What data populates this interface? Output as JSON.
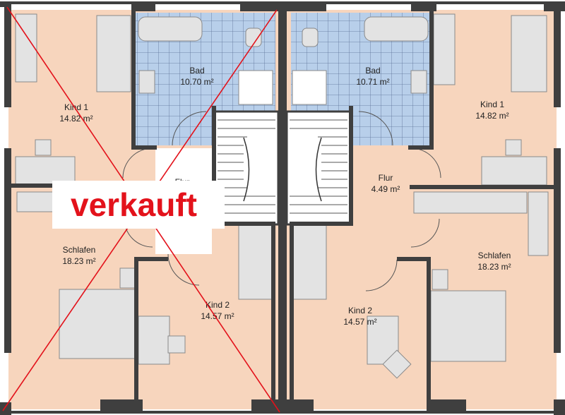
{
  "colors": {
    "floor": "#f7d5bd",
    "tile": "#b8cfea",
    "tile_line": "#5a6f95",
    "wall": "#3f3f3f",
    "furniture": "#e3e3e3",
    "furniture_line": "#8a8a8a",
    "sold_red": "#e3121b",
    "sold_background": "#ffffff"
  },
  "left_unit": {
    "kind1": {
      "name": "Kind 1",
      "area": "14.82 m²"
    },
    "bad": {
      "name": "Bad",
      "area": "10.70 m²"
    },
    "flur": {
      "name": "Flur",
      "area": ""
    },
    "schlafen": {
      "name": "Schlafen",
      "area": "18.23 m²"
    },
    "kind2": {
      "name": "Kind 2",
      "area": "14.57 m²"
    }
  },
  "right_unit": {
    "kind1": {
      "name": "Kind 1",
      "area": "14.82 m²"
    },
    "bad": {
      "name": "Bad",
      "area": "10.71 m²"
    },
    "flur": {
      "name": "Flur",
      "area": "4.49 m²"
    },
    "schlafen": {
      "name": "Schlafen",
      "area": "18.23 m²"
    },
    "kind2": {
      "name": "Kind 2",
      "area": "14.57 m²"
    }
  },
  "sold_label": "verkauft"
}
